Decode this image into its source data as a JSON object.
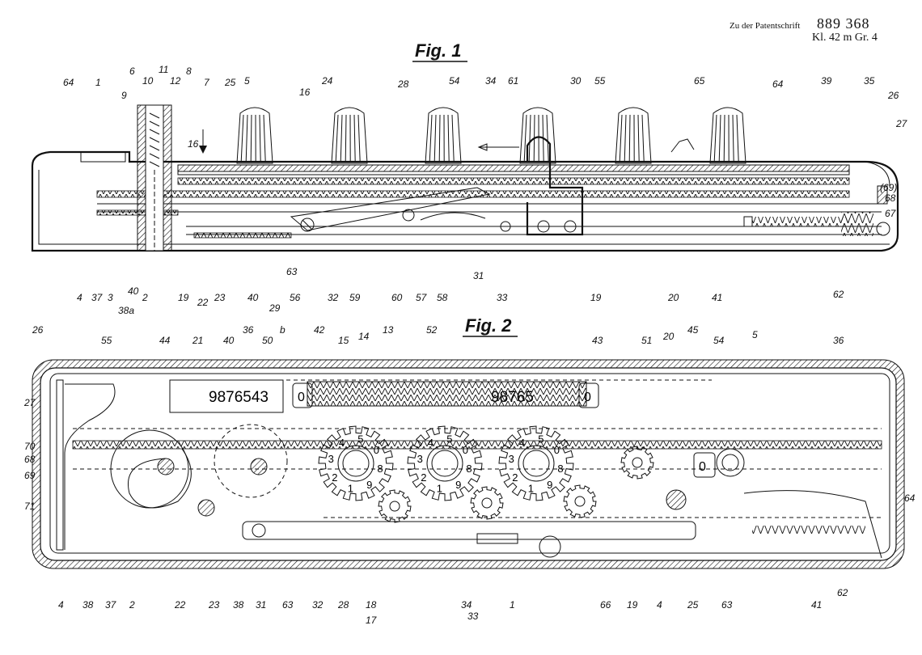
{
  "header": {
    "prefix": "Zu der Patentschrift",
    "patent_number": "889 368",
    "classification": "Kl. 42 m  Gr. 4"
  },
  "figures": [
    {
      "title": "Fig. 1"
    },
    {
      "title": "Fig. 2"
    }
  ],
  "fig1": {
    "labels_top": [
      "64",
      "1",
      "9",
      "6",
      "10",
      "11",
      "12",
      "8",
      "7",
      "25",
      "5",
      "16",
      "24",
      "28",
      "54",
      "34",
      "61",
      "30",
      "55",
      "65",
      "64",
      "39",
      "35",
      "26",
      "27",
      "16"
    ],
    "labels_right": [
      "(69)",
      "68",
      "67"
    ],
    "labels_bottom": [
      "4",
      "37",
      "3",
      "38a",
      "40",
      "2",
      "19",
      "22",
      "23",
      "40",
      "63",
      "29",
      "56",
      "32",
      "59",
      "60",
      "57",
      "58",
      "31",
      "33",
      "19",
      "20",
      "41",
      "62"
    ]
  },
  "fig2": {
    "labels_top": [
      "26",
      "55",
      "44",
      "21",
      "40",
      "36",
      "50",
      "b",
      "42",
      "15",
      "14",
      "13",
      "52",
      "43",
      "51",
      "20",
      "45",
      "54",
      "5",
      "36"
    ],
    "labels_left": [
      "27",
      "70",
      "68",
      "69",
      "71"
    ],
    "labels_right": [
      "64"
    ],
    "labels_bottom": [
      "4",
      "38",
      "37",
      "2",
      "22",
      "23",
      "38",
      "31",
      "63",
      "32",
      "28",
      "18",
      "17",
      "34",
      "33",
      "1",
      "66",
      "19",
      "4",
      "25",
      "63",
      "41",
      "62"
    ],
    "display_left": "9876543",
    "display_right": "98765",
    "window_digit": "0",
    "wheel_digits": [
      "5",
      "0",
      "8",
      "9",
      "1",
      "2",
      "3",
      "4"
    ]
  }
}
